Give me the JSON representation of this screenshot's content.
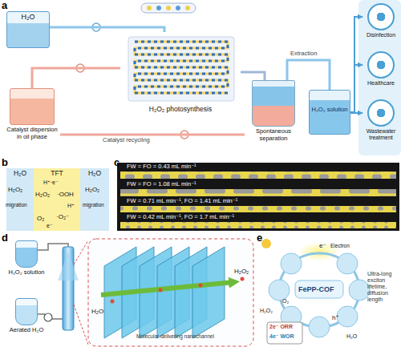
{
  "diagram": {
    "nodes": [
      {
        "text": [
          "H₂O"
        ]
      },
      {
        "text": [
          "Catalyst dispersion in oil phase"
        ]
      },
      {
        "text": [
          "H₂O₂ photosynthesis"
        ]
      },
      {
        "text": [
          "Spontaneous separation"
        ]
      },
      {
        "text": [
          "H₂O₂ solution"
        ]
      },
      {
        "text": [
          "Disinfection"
        ]
      },
      {
        "text": [
          "Healthcare"
        ]
      },
      {
        "text": [
          "Wastewater treatment"
        ]
      },
      {
        "text": [
          "H₂O"
        ]
      },
      {
        "text": [
          "TFT"
        ]
      },
      {
        "text": [
          "H₂O"
        ]
      },
      {
        "text": [
          "H₂O₂ solution"
        ]
      },
      {
        "text": [
          "Aerated H₂O"
        ]
      }
    ],
    "edges": [
      {
        "from": 0,
        "to": 2,
        "arrow": "none"
      },
      {
        "from": 1,
        "to": 2,
        "arrow": "none"
      },
      {
        "from": 2,
        "to": 3,
        "arrow": "none"
      },
      {
        "from": 3,
        "to": 4,
        "label": "Extraction",
        "arrow": "none"
      },
      {
        "from": 3,
        "to": 1,
        "label": "Catalyst recycling",
        "arrow": "none"
      },
      {
        "from": 4,
        "to": 5,
        "arrow": "to"
      },
      {
        "from": 4,
        "to": 6,
        "arrow": "to"
      },
      {
        "from": 4,
        "to": 7,
        "arrow": "to"
      }
    ],
    "labels": [
      "a",
      "b",
      "c",
      "d",
      "e",
      "H₂O₂",
      "migration",
      "H⁺·e⁻",
      "H₂O₂",
      "·OOH",
      "H⁺",
      "O₂",
      "·O₂⁻",
      "e⁻",
      "H₂O₂",
      "migration",
      "FW = FO = 0.43 mL min⁻¹",
      "FW = FO = 1.08 mL min⁻¹",
      "FW = 0.71 mL min⁻¹, FO = 1.41 mL min⁻¹",
      "FW = 0.42 mL min⁻¹, FO = 1.7 mL min⁻¹",
      "H₂O",
      "Molecular delivering nanochannel",
      "H₂O₂",
      "FePP-COF",
      "e⁻",
      "Electron",
      "h⁺",
      "2e⁻ ORR",
      "4e⁻ WOR",
      "H₂O₂",
      "O₂",
      "H₂O",
      "Ultra-long exciton lifetime, diffusion length"
    ]
  }
}
